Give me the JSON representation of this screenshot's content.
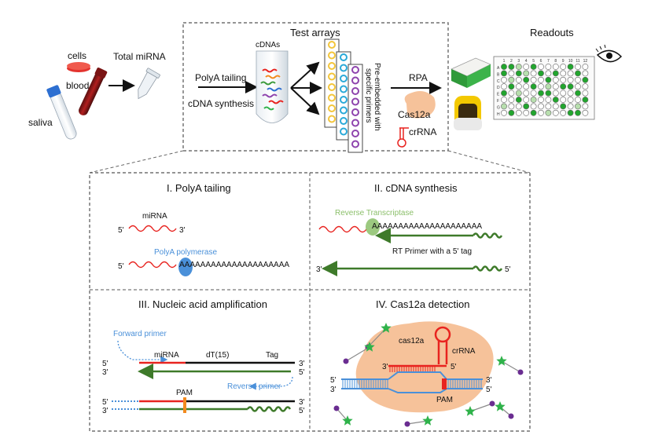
{
  "top": {
    "cells": "cells",
    "blood": "blood",
    "saliva": "saliva",
    "total_mirna": "Total miRNA",
    "polya_tailing": "PolyA tailing",
    "cdna_synthesis": "cDNA synthesis",
    "cdnas": "cDNAs",
    "test_arrays": "Test arrays",
    "pre_embedded": "Pre-embedded with",
    "specific_primers": "specific primers",
    "rpa": "RPA",
    "cas12a": "Cas12a",
    "crrna": "crRNA",
    "readouts": "Readouts",
    "plate_cols": [
      "1",
      "2",
      "3",
      "4",
      "5",
      "6",
      "7",
      "8",
      "9",
      "10",
      "11",
      "12"
    ],
    "plate_rows": [
      "A",
      "B",
      "C",
      "D",
      "E",
      "F",
      "G",
      "H"
    ]
  },
  "panel1": {
    "title": "I. PolyA tailing",
    "mirna": "miRNA",
    "five": "5'",
    "three": "3'",
    "polymerase": "PolyA polymerase",
    "polya": "AAAAAAAAAAAAAAAAAAAAA"
  },
  "panel2": {
    "title": "II. cDNA synthesis",
    "rt": "Reverse Transcriptase",
    "polya": "AAAAAAAAAAAAAAAAAAAAA",
    "rt_primer": "RT Primer with a 5' tag",
    "three": "3'",
    "five": "5'"
  },
  "panel3": {
    "title": "III. Nucleic acid amplification",
    "forward": "Forward primer",
    "mirna": "miRNA",
    "dt15": "dT(15)",
    "tag": "Tag",
    "reverse": "Reverse primer",
    "pam": "PAM",
    "five": "5'",
    "three": "3'"
  },
  "panel4": {
    "title": "IV. Cas12a detection",
    "cas12a": "cas12a",
    "crrna": "crRNA",
    "pam": "PAM",
    "five": "5'",
    "three": "3'"
  },
  "colors": {
    "red": "#e8231f",
    "green": "#3e7a2a",
    "light_green": "#8bbf6a",
    "blue": "#4a90d9",
    "peach": "#f6c29a",
    "orange": "#f28a1e",
    "purple": "#6a2d91",
    "star_green": "#2fb24a"
  }
}
